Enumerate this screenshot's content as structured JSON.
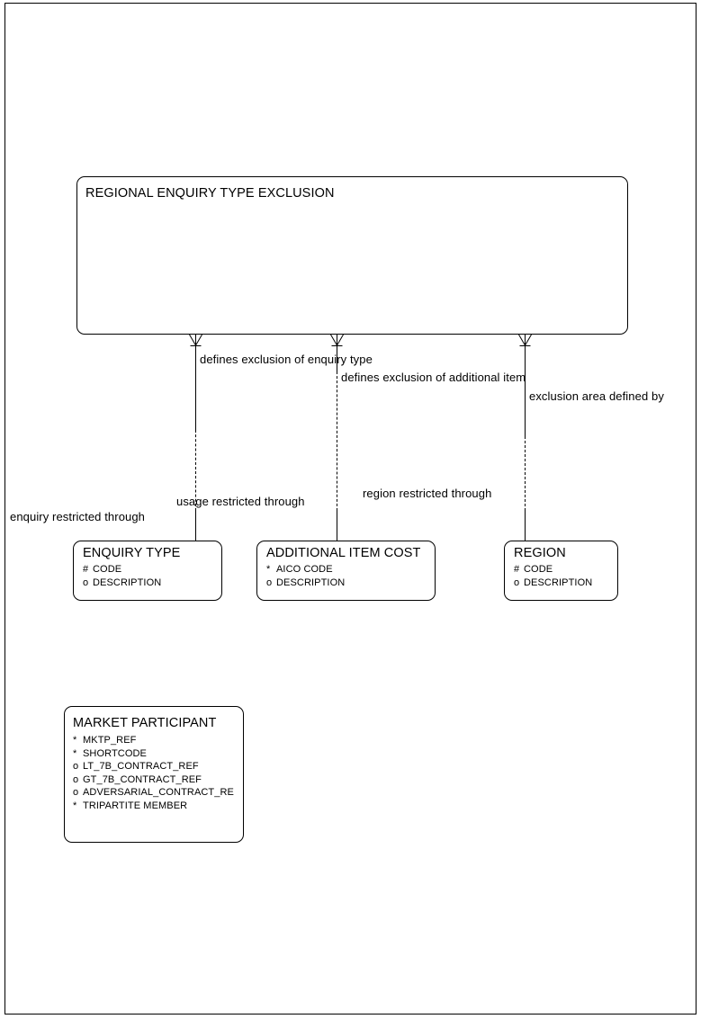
{
  "diagram": {
    "type": "entity-relationship-diagram",
    "notation": "barker-crows-foot",
    "page_border": true
  },
  "entities": [
    {
      "id": "regional-enquiry-type-exclusion",
      "name": "REGIONAL ENQUIRY TYPE EXCLUSION",
      "attributes": []
    },
    {
      "id": "enquiry-type",
      "name": "ENQUIRY TYPE",
      "attributes": [
        {
          "mark": "#",
          "label": "CODE"
        },
        {
          "mark": "o",
          "label": "DESCRIPTION"
        }
      ]
    },
    {
      "id": "additional-item-cost",
      "name": "ADDITIONAL ITEM COST",
      "attributes": [
        {
          "mark": "*",
          "label": "AICO CODE"
        },
        {
          "mark": "o",
          "label": "DESCRIPTION"
        }
      ]
    },
    {
      "id": "region",
      "name": "REGION",
      "attributes": [
        {
          "mark": "#",
          "label": "CODE"
        },
        {
          "mark": "o",
          "label": "DESCRIPTION"
        }
      ]
    },
    {
      "id": "market-participant",
      "name": "MARKET PARTICIPANT",
      "attributes": [
        {
          "mark": "*",
          "label": "MKTP_REF"
        },
        {
          "mark": "*",
          "label": "SHORTCODE"
        },
        {
          "mark": "o",
          "label": "LT_7B_CONTRACT_REF"
        },
        {
          "mark": "o",
          "label": "GT_7B_CONTRACT_REF"
        },
        {
          "mark": "o",
          "label": "ADVERSARIAL_CONTRACT_RE"
        },
        {
          "mark": "*",
          "label": "TRIPARTITE MEMBER"
        }
      ]
    }
  ],
  "relationships": [
    {
      "id": "rel-enquiry-type",
      "from_label": "defines exclusion of enquiry type",
      "to_label": "enquiry restricted through"
    },
    {
      "id": "rel-additional-item",
      "from_label": "defines exclusion of additional item",
      "to_label": "usage restricted through"
    },
    {
      "id": "rel-region",
      "from_label": "exclusion area defined by",
      "to_label": "region restricted through"
    }
  ],
  "colors": {
    "line": "#000000",
    "background": "#ffffff",
    "text": "#000000"
  }
}
